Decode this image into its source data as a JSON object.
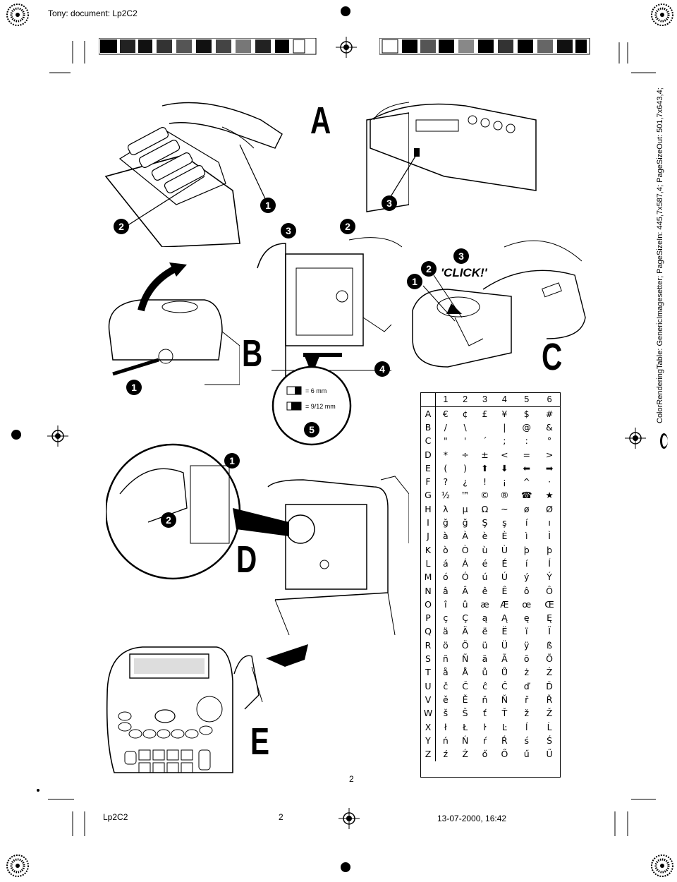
{
  "header": {
    "job_title": "Tony: document: Lp2C2"
  },
  "sidebar_meta": "ColorRenderingTable: GenericImagesetter; PageSizeIn: 445,7x587,4; PageSizeOut: 501,7x643,4;",
  "figures": {
    "A": {
      "letter": "A",
      "callouts": [
        "1",
        "2",
        "3"
      ]
    },
    "B": {
      "letter": "B",
      "callouts": [
        "1",
        "2",
        "3",
        "4",
        "5"
      ],
      "tape_labels": [
        "= 6 mm",
        "= 9/12 mm"
      ]
    },
    "C": {
      "letter": "C",
      "click_text": "'CLICK!'",
      "callouts": [
        "1",
        "2",
        "3"
      ]
    },
    "D": {
      "letter": "D",
      "callouts": [
        "1",
        "2"
      ]
    },
    "E": {
      "letter": "E"
    }
  },
  "char_table": {
    "columns": [
      "1",
      "2",
      "3",
      "4",
      "5",
      "6"
    ],
    "rows": [
      {
        "label": "A",
        "cells": [
          "€",
          "¢",
          "£",
          "¥",
          "$",
          "#"
        ]
      },
      {
        "label": "B",
        "cells": [
          "/",
          "\\",
          "",
          "|",
          "@",
          "&"
        ]
      },
      {
        "label": "C",
        "cells": [
          "\"",
          "'",
          "´",
          ";",
          ":",
          "°"
        ]
      },
      {
        "label": "D",
        "cells": [
          "*",
          "÷",
          "±",
          "<",
          "=",
          ">"
        ]
      },
      {
        "label": "E",
        "cells": [
          "(",
          ")",
          "⬆",
          "⬇",
          "⬅",
          "➡"
        ]
      },
      {
        "label": "F",
        "cells": [
          "?",
          "¿",
          "!",
          "¡",
          "^",
          "·"
        ]
      },
      {
        "label": "G",
        "cells": [
          "½",
          "™",
          "©",
          "®",
          "☎",
          "★"
        ]
      },
      {
        "label": "H",
        "cells": [
          "λ",
          "µ",
          "Ω",
          "~",
          "ø",
          "Ø"
        ]
      },
      {
        "label": "I",
        "cells": [
          "ğ",
          "ğ",
          "Ş",
          "ş",
          "í",
          "ı"
        ]
      },
      {
        "label": "J",
        "cells": [
          "à",
          "À",
          "è",
          "È",
          "ì",
          "Ì"
        ]
      },
      {
        "label": "K",
        "cells": [
          "ò",
          "Ò",
          "ù",
          "Ù",
          "þ",
          "þ"
        ]
      },
      {
        "label": "L",
        "cells": [
          "á",
          "Á",
          "é",
          "É",
          "í",
          "Í"
        ]
      },
      {
        "label": "M",
        "cells": [
          "ó",
          "Ó",
          "ú",
          "Ú",
          "ý",
          "Ý"
        ]
      },
      {
        "label": "N",
        "cells": [
          "â",
          "Â",
          "ê",
          "Ê",
          "ô",
          "Ô"
        ]
      },
      {
        "label": "O",
        "cells": [
          "î",
          "û",
          "æ",
          "Æ",
          "œ",
          "Œ"
        ]
      },
      {
        "label": "P",
        "cells": [
          "ç",
          "Ç",
          "ą",
          "Ą",
          "ę",
          "Ę"
        ]
      },
      {
        "label": "Q",
        "cells": [
          "ä",
          "Ä",
          "ë",
          "Ë",
          "ï",
          "Ï"
        ]
      },
      {
        "label": "R",
        "cells": [
          "ö",
          "Ö",
          "ü",
          "Ü",
          "ÿ",
          "ß"
        ]
      },
      {
        "label": "S",
        "cells": [
          "ñ",
          "Ñ",
          "ã",
          "Ã",
          "õ",
          "Õ"
        ]
      },
      {
        "label": "T",
        "cells": [
          "å",
          "Å",
          "ů",
          "Ů",
          "ż",
          "Ż"
        ]
      },
      {
        "label": "U",
        "cells": [
          "č",
          "Č",
          "ĉ",
          "Ĉ",
          "ď",
          "Ď"
        ]
      },
      {
        "label": "V",
        "cells": [
          "ě",
          "Ě",
          "ň",
          "Ň",
          "ř",
          "Ř"
        ]
      },
      {
        "label": "W",
        "cells": [
          "š",
          "Š",
          "ť",
          "Ť",
          "ž",
          "Ž"
        ]
      },
      {
        "label": "X",
        "cells": [
          "ł",
          "Ł",
          "ŀ",
          "Ŀ",
          "ĺ",
          "Ĺ"
        ]
      },
      {
        "label": "Y",
        "cells": [
          "ń",
          "Ń",
          "ŕ",
          "Ŕ",
          "ś",
          "Ś"
        ]
      },
      {
        "label": "Z",
        "cells": [
          "ź",
          "Ź",
          "ő",
          "Ő",
          "ű",
          "Ű"
        ]
      }
    ]
  },
  "page_number": "2",
  "footer": {
    "file": "Lp2C2",
    "page": "2",
    "datetime": "13-07-2000, 16:42"
  }
}
